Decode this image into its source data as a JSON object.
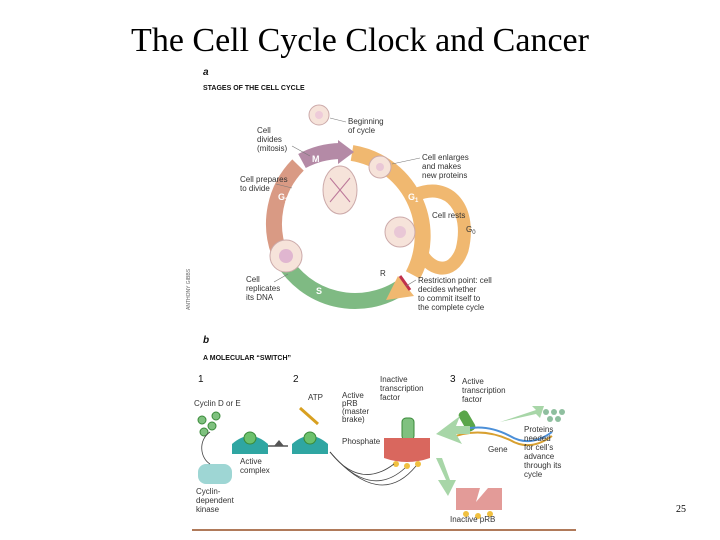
{
  "slide": {
    "title": "The Cell Cycle Clock and Cancer",
    "page_number": "25"
  },
  "panel_a": {
    "letter": "a",
    "heading": "STAGES OF THE CELL CYCLE",
    "phases": {
      "m": "M",
      "g1": "G",
      "g1_sub": "1",
      "g2": "G",
      "g2_sub": "2",
      "s": "S",
      "g0": "G",
      "g0_sub": "0",
      "r": "R"
    },
    "labels": {
      "beginning": [
        "Beginning",
        "of cycle"
      ],
      "divides": [
        "Cell",
        "divides",
        "(mitosis)"
      ],
      "enlarges": [
        "Cell enlarges",
        "and makes",
        "new proteins"
      ],
      "prepares": [
        "Cell prepares",
        "to divide"
      ],
      "rests": [
        "Cell rests"
      ],
      "replicates": [
        "Cell",
        "replicates",
        "its DNA"
      ],
      "restriction": [
        "Restriction point: cell",
        "decides whether",
        "to commit itself to",
        "the complete cycle"
      ]
    },
    "credit": "ANTHONY GIBBS"
  },
  "panel_b": {
    "letter": "b",
    "heading": "A MOLECULAR “SWITCH”",
    "steps": [
      "1",
      "2",
      "3"
    ],
    "labels": {
      "cyclin": [
        "Cyclin D or E"
      ],
      "active_complex": [
        "Active",
        "complex"
      ],
      "kinase": [
        "Cyclin-",
        "dependent",
        "kinase"
      ],
      "atp": [
        "ATP"
      ],
      "active_prb": [
        "Active",
        "pRB",
        "(master",
        "brake)"
      ],
      "inactive_tf": [
        "Inactive",
        "transcription",
        "factor"
      ],
      "active_tf": [
        "Active",
        "transcription",
        "factor"
      ],
      "phosphate": [
        "Phosphate"
      ],
      "gene": [
        "Gene"
      ],
      "proteins": [
        "Proteins",
        "needed",
        "for cell’s",
        "advance",
        "through its",
        "cycle"
      ],
      "inactive_prb": [
        "Inactive pRB"
      ]
    }
  },
  "colors": {
    "m_phase": "#b48aa6",
    "g1_phase": "#f0b870",
    "g2_phase": "#d99a84",
    "s_phase": "#7fba83",
    "restriction": "#c0304a",
    "teal": "#2fa6a2",
    "red_prb": "#d9675e",
    "green_tf": "#5aa64a"
  }
}
